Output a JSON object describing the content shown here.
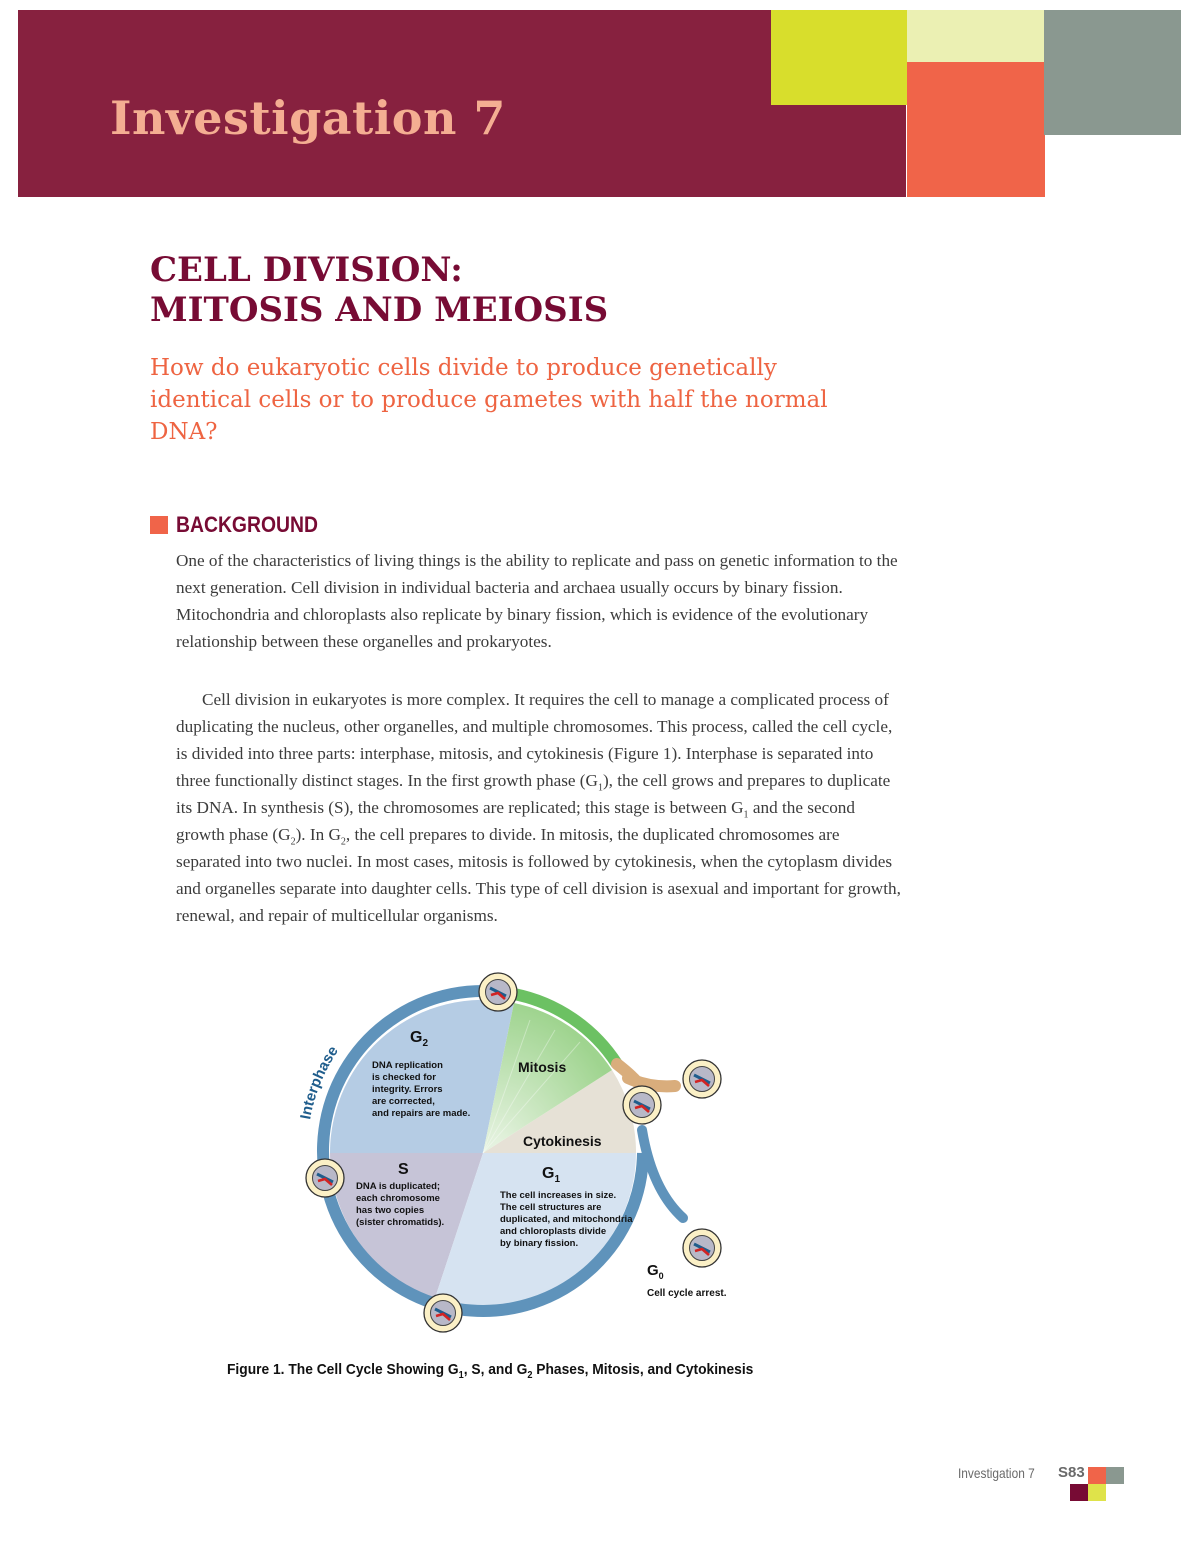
{
  "header": {
    "title": "Investigation 7",
    "colors": {
      "banner": "#87213f",
      "lime": "#d8de2c",
      "pale_yellow": "#ebf0b3",
      "orange": "#f06449",
      "gray": "#8a9890",
      "title_text": "#f4ae92"
    }
  },
  "document": {
    "title_line1": "CELL DIVISION:",
    "title_line2": "MITOSIS AND MEIOSIS",
    "subtitle": "How do eukaryotic cells divide to produce genetically identical cells or to produce gametes with half the normal DNA?",
    "section_heading": "BACKGROUND",
    "paragraph1": "One of the characteristics of living things is the ability to replicate and pass on genetic information to the next generation. Cell division in individual bacteria and archaea usually occurs by binary fission. Mitochondria and chloroplasts also replicate by binary fission, which is evidence of the evolutionary relationship between these organelles and prokaryotes.",
    "paragraph2": {
      "a": "Cell division in eukaryotes is more complex. It requires the cell to manage a complicated process of duplicating the nucleus, other organelles, and multiple chromosomes. This process, called the cell cycle, is divided into three parts: interphase, mitosis, and cytokinesis (Figure 1). Interphase is separated into three functionally distinct stages. In the first growth phase (G",
      "sub1": "1",
      "b": "), the cell grows and prepares to duplicate its DNA. In synthesis (S), the chromosomes are replicated; this stage is between G",
      "sub2": "1",
      "c": " and the second growth phase (G",
      "sub3": "2",
      "d": "). In G",
      "sub4": "2",
      "e": ", the cell prepares to divide. In mitosis, the duplicated chromosomes are separated into two nuclei. In most cases, mitosis is followed by cytokinesis, when the cytoplasm divides and organelles separate into daughter cells. This type of cell division is asexual and important for growth, renewal, and repair of multicellular organisms."
    }
  },
  "figure": {
    "interphase_label": "Interphase",
    "g2": {
      "label": "G",
      "sub": "2",
      "desc": [
        "DNA replication",
        "is checked for",
        "integrity. Errors",
        "are corrected,",
        "and repairs are made."
      ]
    },
    "mitosis": {
      "label": "Mitosis"
    },
    "cytokinesis": {
      "label": "Cytokinesis"
    },
    "s": {
      "label": "S",
      "desc": [
        "DNA is duplicated;",
        "each chromosome",
        "has two copies",
        "(sister chromatids)."
      ]
    },
    "g1": {
      "label": "G",
      "sub": "1",
      "desc": [
        "The cell increases in size.",
        "The cell structures are",
        "duplicated, and mitochondria",
        "and chloroplasts divide",
        "by binary fission."
      ]
    },
    "g0": {
      "label": "G",
      "sub": "0",
      "desc": "Cell cycle arrest."
    },
    "caption": {
      "a": "Figure 1. The Cell Cycle Showing G",
      "sub1": "1",
      "b": ", S, and G",
      "sub2": "2",
      "c": " Phases, Mitosis, and Cytokinesis"
    }
  },
  "footer": {
    "label": "Investigation 7",
    "page": "S83"
  }
}
